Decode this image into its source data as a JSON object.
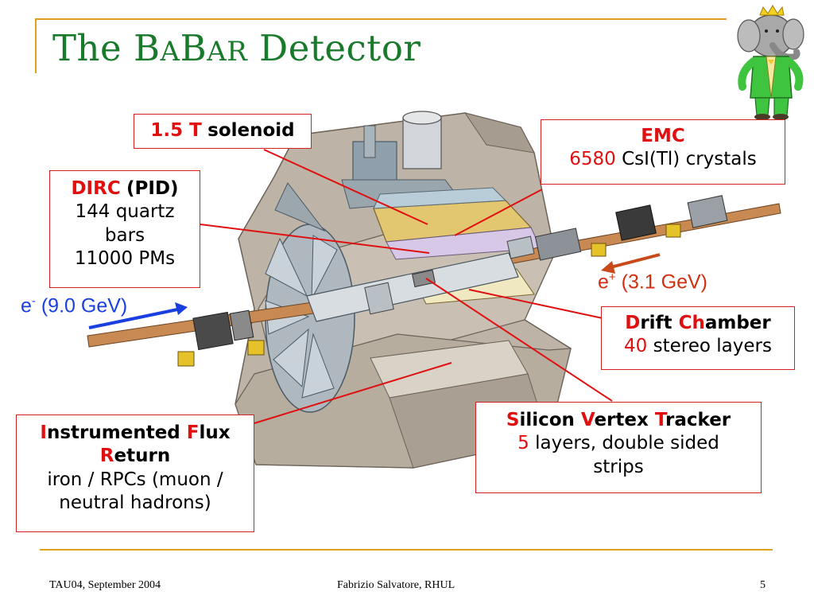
{
  "title": {
    "prefix": "The ",
    "b1": "B",
    "a1": "A",
    "b2": "B",
    "ar": "AR",
    "suffix": " Detector"
  },
  "labels": {
    "solenoid": {
      "value": "1.5 T",
      "name": "solenoid"
    },
    "dirc": {
      "name": "DIRC",
      "tag": "(PID)",
      "line2": "144 quartz",
      "line3": "bars",
      "line4": "11000 PMs"
    },
    "emc": {
      "name": "EMC",
      "count": "6580",
      "desc": "CsI(Tl) crystals"
    },
    "drift": {
      "d": "D",
      "rift": "rift ",
      "ch": "Ch",
      "amber": "amber",
      "count": "40",
      "desc": "stereo layers"
    },
    "svt": {
      "s": "S",
      "ilicon": "ilicon ",
      "v": "V",
      "ertex": "ertex ",
      "t": "T",
      "racker": "racker",
      "count": "5",
      "desc": "layers, double sided",
      "desc2": "strips"
    },
    "ifr": {
      "i": "I",
      "nstrumented": "nstrumented ",
      "f": "F",
      "lux": "lux",
      "r": "R",
      "eturn": "eturn",
      "line2": "iron / RPCs  (muon /",
      "line3": "neutral hadrons)"
    }
  },
  "beams": {
    "electron": {
      "particle": "e",
      "charge": "-",
      "energy": " (9.0 GeV)",
      "color": "#1a3fe0"
    },
    "positron": {
      "particle": "e",
      "charge": "+",
      "energy": " (3.1 GeV)",
      "color": "#d03010"
    }
  },
  "footer": {
    "left": "TAU04, September  2004",
    "center": "Fabrizio Salvatore, RHUL",
    "page": "5"
  },
  "colors": {
    "title": "#1a7a2c",
    "accent": "#e0a11a",
    "label_border": "#d92020",
    "callout": "#e01010"
  }
}
